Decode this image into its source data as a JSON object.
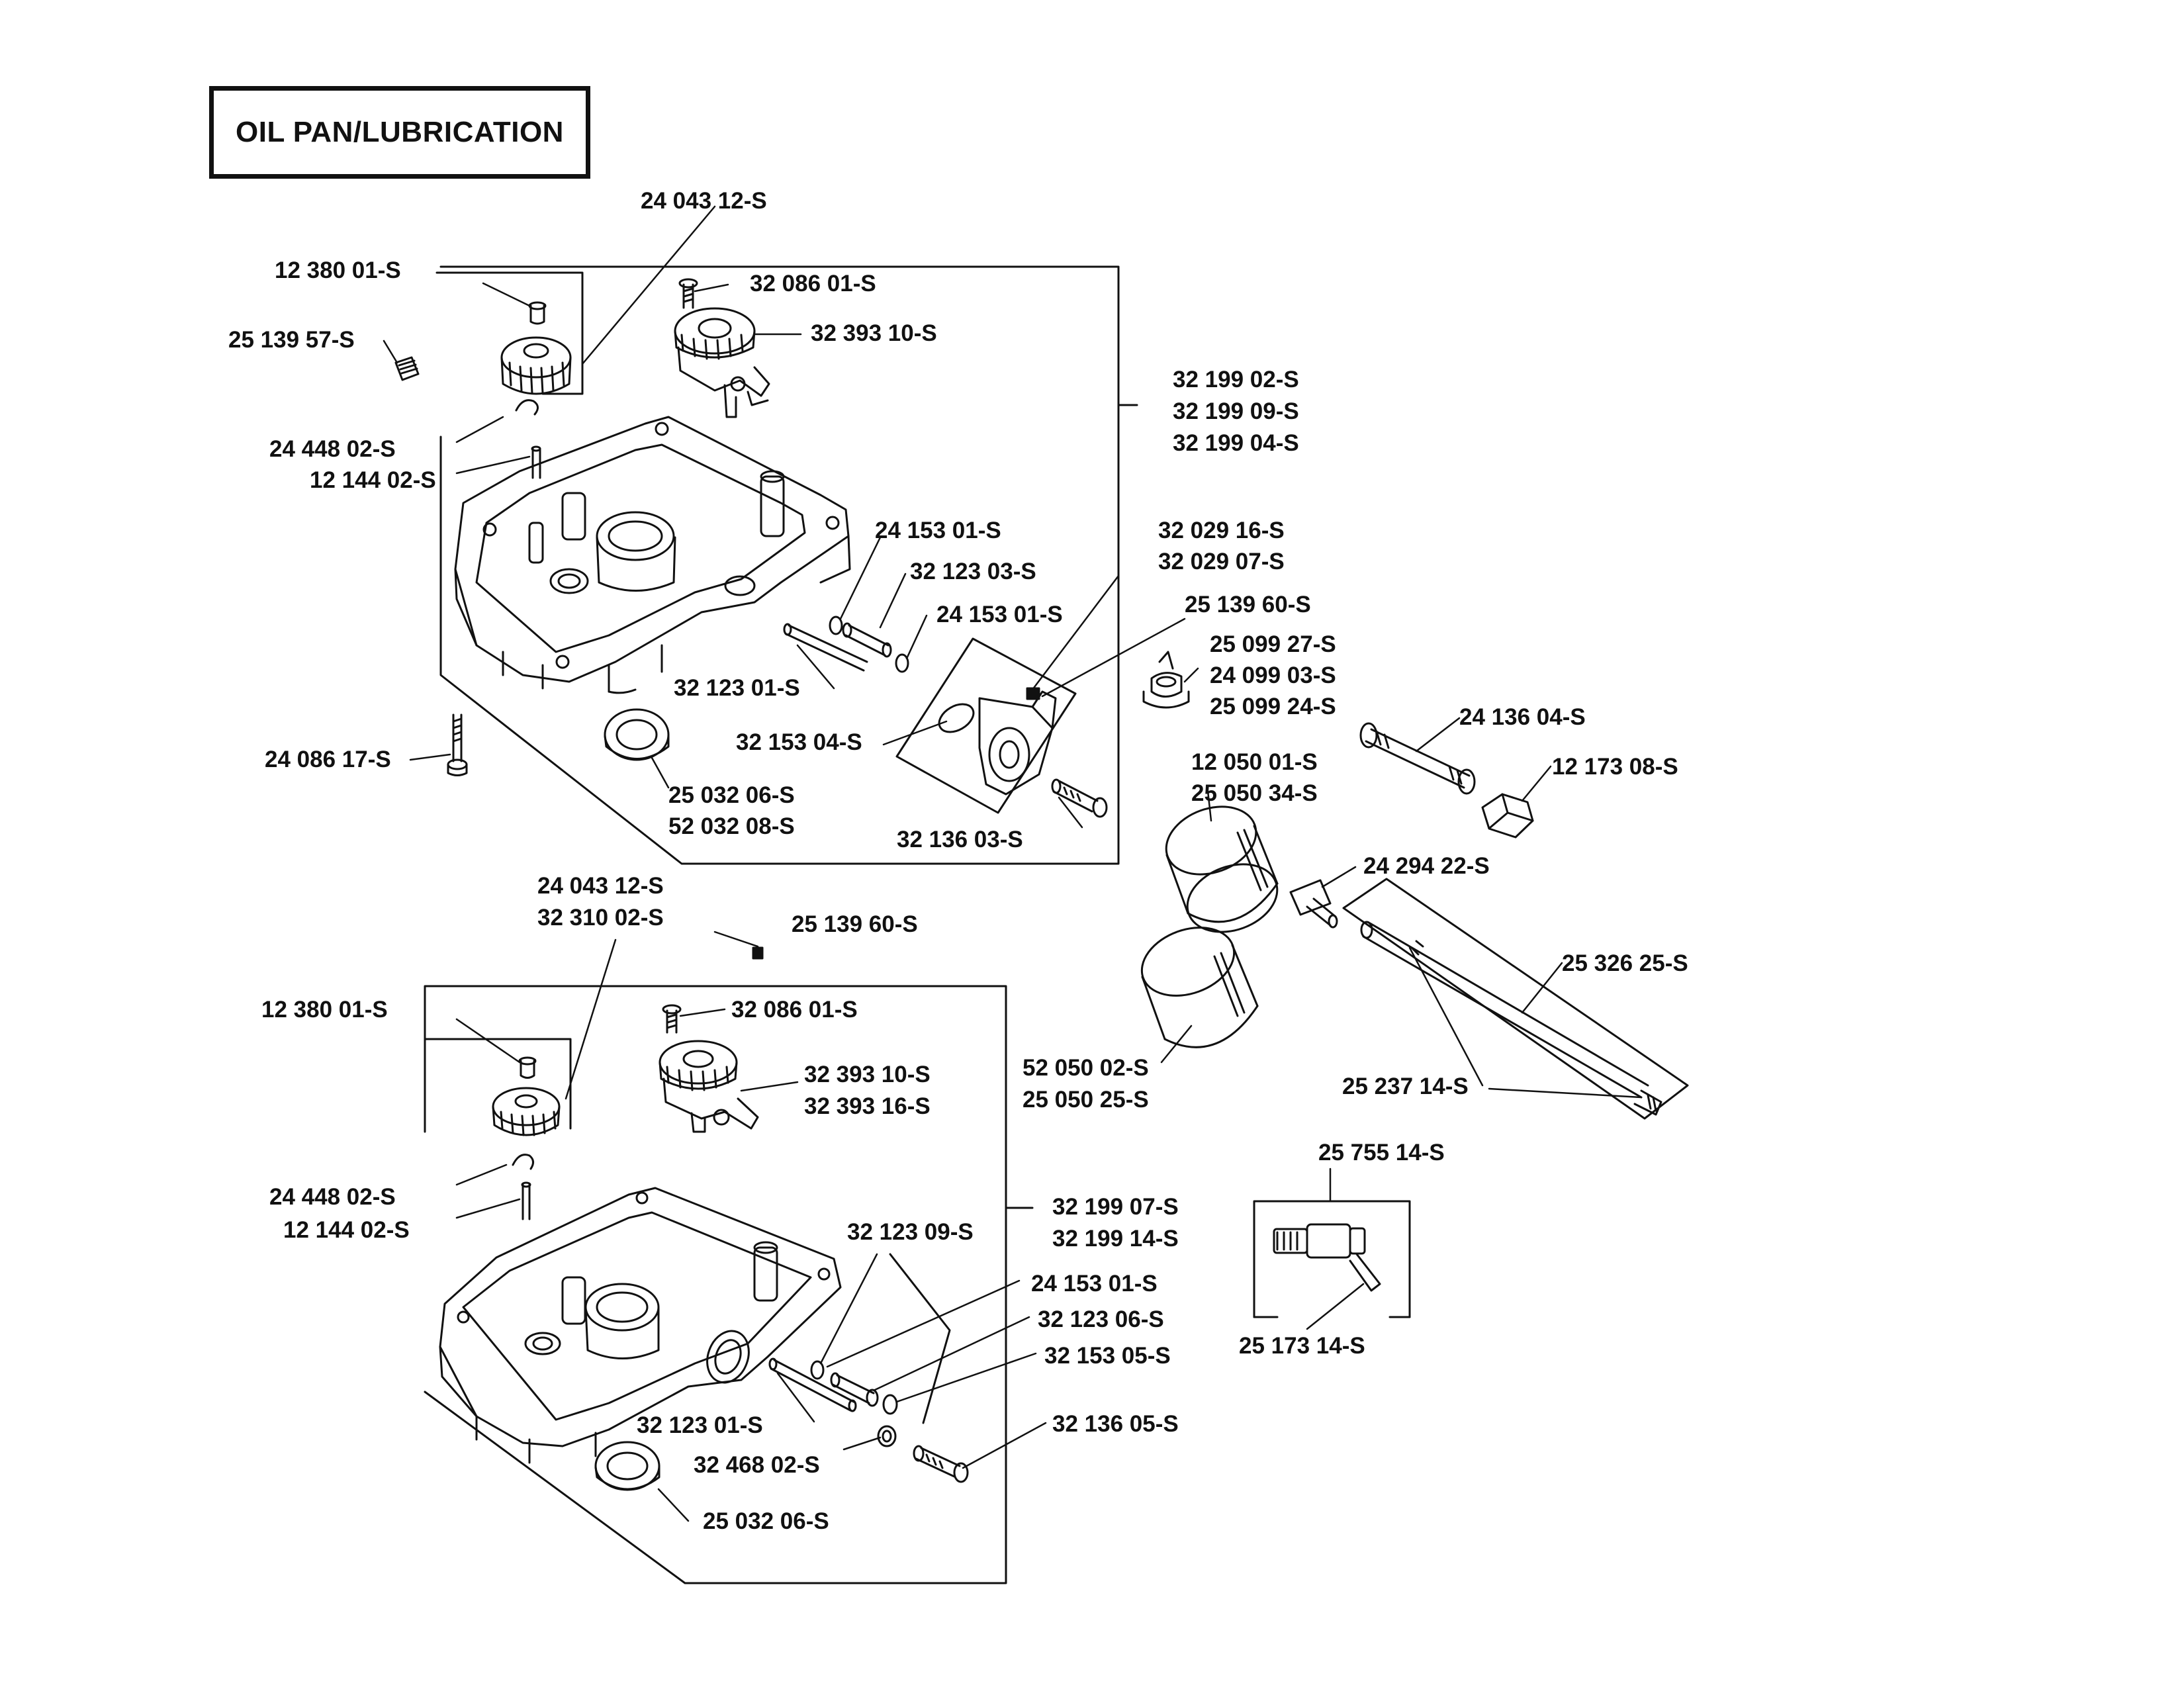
{
  "title": "OIL PAN/LUBRICATION",
  "upper_assembly": {
    "pin_top": "12 380 01-S",
    "gear_left": "24 043 12-S",
    "plug_left": "25 139 57-S",
    "bolt_top": "32 086 01-S",
    "governor_gear": "32 393 10-S",
    "clip": "24 448 02-S",
    "shaft": "12 144 02-S",
    "oil_pan_1": "32 199 02-S",
    "oil_pan_2": "32 199 09-S",
    "oil_pan_3": "32 199 04-S",
    "oring_1": "24 153 01-S",
    "tube_1": "32 123 03-S",
    "oring_2": "24 153 01-S",
    "tube_2": "32 123 01-S",
    "bolt_left": "24 086 17-S",
    "seal_1": "25 032 06-S",
    "seal_2": "52 032 08-S",
    "pump_oring": "32 153 04-S",
    "pump_fitting": "32 136 03-S",
    "pump_1": "32 029 16-S",
    "pump_2": "32 029 07-S",
    "plug_pump": "25 139 60-S"
  },
  "right_parts": {
    "cap_1": "25 099 27-S",
    "cap_2": "24 099 03-S",
    "cap_3": "25 099 24-S",
    "pipe": "24 136 04-S",
    "cap_nut": "12 173 08-S",
    "filter_1": "12 050 01-S",
    "filter_2": "25 050 34-S",
    "nipple": "24 294 22-S",
    "hose": "25 326 25-S",
    "clamp": "25 237 14-S",
    "filter_b_1": "52 050 02-S",
    "filter_b_2": "25 050 25-S",
    "valve": "25 755 14-S",
    "valve_part": "25 173 14-S"
  },
  "lower_assembly": {
    "gear_1": "24 043 12-S",
    "gear_2": "32 310 02-S",
    "plug": "25 139 60-S",
    "pin_top": "12 380 01-S",
    "bolt_top": "32 086 01-S",
    "governor_1": "32 393 10-S",
    "governor_2": "32 393 16-S",
    "clip": "24 448 02-S",
    "shaft": "12 144 02-S",
    "oil_pan_1": "32 199 07-S",
    "oil_pan_2": "32 199 14-S",
    "tube_top": "32 123 09-S",
    "oring_1": "24 153 01-S",
    "tube_mid": "32 123 06-S",
    "oring_2": "32 153 05-S",
    "tube_low": "32 123 01-S",
    "washer": "32 468 02-S",
    "fitting": "32 136 05-S",
    "seal": "25 032 06-S"
  }
}
